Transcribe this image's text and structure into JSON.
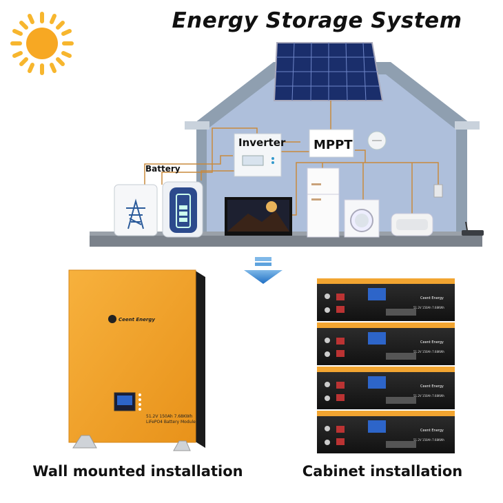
{
  "title": "Energy Storage System",
  "labels": {
    "inverter": "Inverter",
    "mppt": "MPPT",
    "battery": "Battery"
  },
  "captions": {
    "wall": "Wall mounted installation",
    "cabinet": "Cabinet installation"
  },
  "product": {
    "brand": "Ceent Energy",
    "spec_line1": "51.2V 150Ah 7.68KWh",
    "spec_line2": "LiFePO4 Battery Module"
  },
  "colors": {
    "roof": "#8f9fb0",
    "house_fill": "#aebfdb",
    "wire": "#c98a3c",
    "battery_orange": "#f2a531",
    "sun": "#f7a823"
  },
  "icons": [
    "sun-icon",
    "solar-panel-icon",
    "transmission-tower-icon",
    "battery-icon",
    "arrow-down-icon",
    "wifi-router-icon"
  ]
}
